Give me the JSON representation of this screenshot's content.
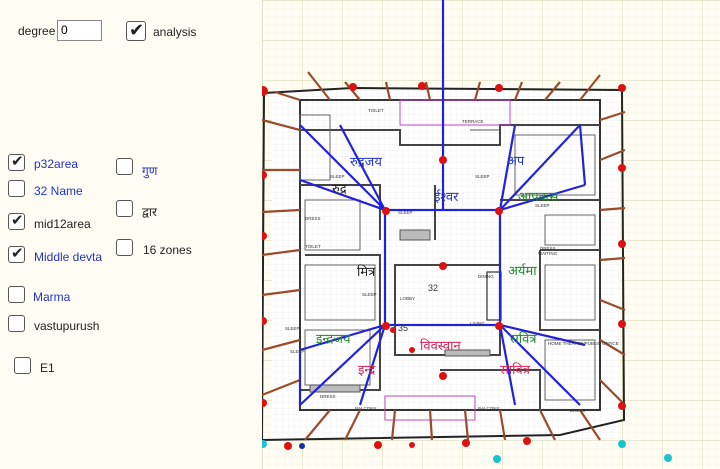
{
  "controls": {
    "degree_label": "degree",
    "degree_value": "0",
    "analysis_label": "analysis",
    "p32area_label": "p32area",
    "name32_label": "32 Name",
    "mid12area_label": "mid12area",
    "middle_devta_label": "Middle devta",
    "marma_label": "Marma",
    "vastupurush_label": "vastupurush",
    "e1_label": "E1",
    "gun_label": "गुण",
    "dwar_label": "द्वार",
    "zones16_label": "16 zones"
  },
  "plan": {
    "devtas": [
      "रुद्रजय",
      "रुद्र",
      "ईश्वर",
      "अप",
      "आपवत्स",
      "अर्यमा",
      "मित्र",
      "इन्द्रजय",
      "इन्द्र",
      "विवस्वान",
      "सवित्र",
      "सावित्र"
    ],
    "room_labels": [
      "TOILET",
      "TERRACE",
      "SLEEP",
      "SLEEP",
      "SLEEP",
      "SLEEP",
      "DRESS",
      "TOILET",
      "DRESS",
      "SLEEP",
      "SLEEP",
      "SLEEP",
      "WAITING",
      "LIVING",
      "HOME THEATRE/PUBLIC OFFICE",
      "DRESS",
      "BALCONY",
      "BALCONY",
      "DINING",
      "LOBBY",
      "DRESS"
    ],
    "numbers": [
      "32",
      "35"
    ]
  },
  "colors": {
    "blue": "#2222dd",
    "red": "#dd1111",
    "brown": "#9b4a2a",
    "cyan": "#19c4cf",
    "grid": "#d9d9b6"
  }
}
